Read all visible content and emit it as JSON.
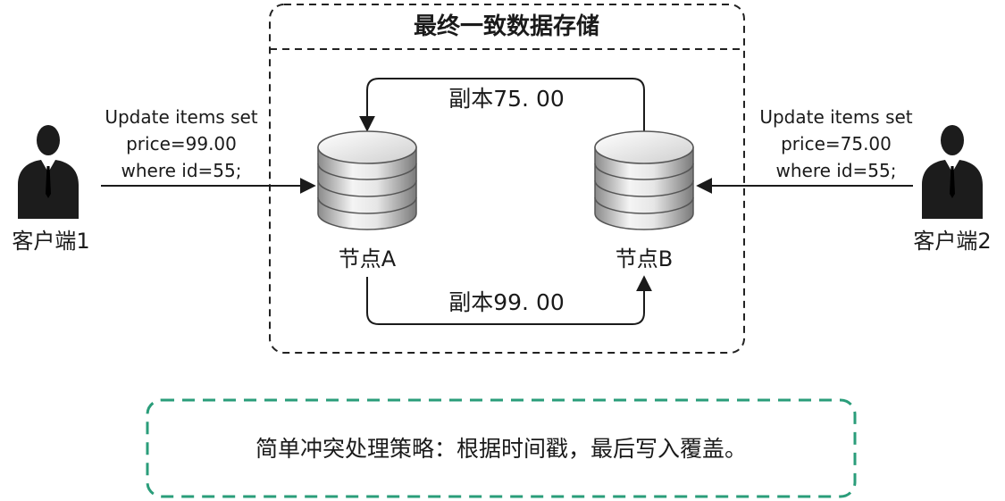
{
  "store": {
    "title": "最终一致数据存储"
  },
  "nodes": {
    "a": {
      "label": "节点A"
    },
    "b": {
      "label": "节点B"
    }
  },
  "replication": {
    "b_to_a": "副本75. 00",
    "a_to_b": "副本99. 00"
  },
  "clients": {
    "left": {
      "label": "客户端1",
      "sql": [
        "Update items set",
        "price=99.00",
        "where id=55;"
      ]
    },
    "right": {
      "label": "客户端2",
      "sql": [
        "Update items set",
        "price=75.00",
        "where id=55;"
      ]
    }
  },
  "note": {
    "text": "简单冲突处理策略：根据时间戳，最后写入覆盖。"
  },
  "colors": {
    "line": "#1a1a1a",
    "dashed_border": "#222222",
    "note_border": "#2a9d7a",
    "person": "#1c1c1c",
    "db_fill_light": "#f2f2f2",
    "db_fill_dark": "#9a9a9a"
  },
  "icons": {
    "client": "businessman-icon",
    "node": "database-cylinder-icon"
  }
}
